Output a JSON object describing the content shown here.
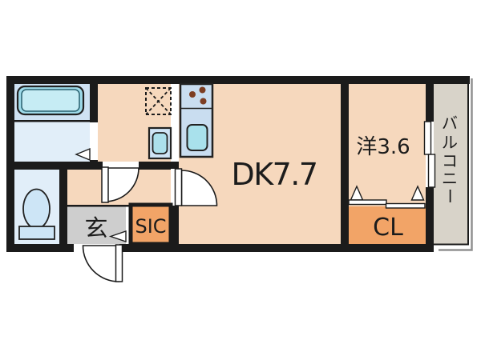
{
  "plan": {
    "type": "floor-plan",
    "rooms": {
      "dk": {
        "label": "DK7.7"
      },
      "western": {
        "label": "洋3.6"
      },
      "closet": {
        "label": "CL"
      },
      "shoe_closet": {
        "label": "SIC"
      },
      "entrance": {
        "label": "玄"
      },
      "balcony": {
        "label": "バルコニー",
        "chars": [
          "バ",
          "ル",
          "コ",
          "ニ",
          "ー"
        ]
      }
    },
    "fixtures": {
      "bathtub": "bathtub-icon",
      "toilet": "toilet-icon",
      "washing_machine": "washing-machine-icon",
      "refrigerator_space": "refrigerator-dashed-icon",
      "stove": "stove-burners-icon",
      "sink": "kitchen-sink-icon"
    },
    "colors": {
      "wall": "#1b1b1b",
      "room_peach": "#f6d8bd",
      "bath_blue": "#cfe2f3",
      "room_blue": "#e1eef9",
      "fixture_blue": "#c9ddf0",
      "tub_cyan": "#9edbea",
      "tub_inner": "#c6ecf4",
      "sink_cyan": "#a9e1ec",
      "washer_blue": "#cfe4f6",
      "washer_inner": "#ace0ec",
      "toilet_blue": "#cde5f6",
      "orange": "#f2a467",
      "entrance_gray": "#cecece",
      "balcony_gray": "#d8d3c9",
      "burner_brown": "#7c3d22",
      "shadow_gray": "#909090",
      "text": "#1c1c1c",
      "white": "#ffffff"
    }
  }
}
